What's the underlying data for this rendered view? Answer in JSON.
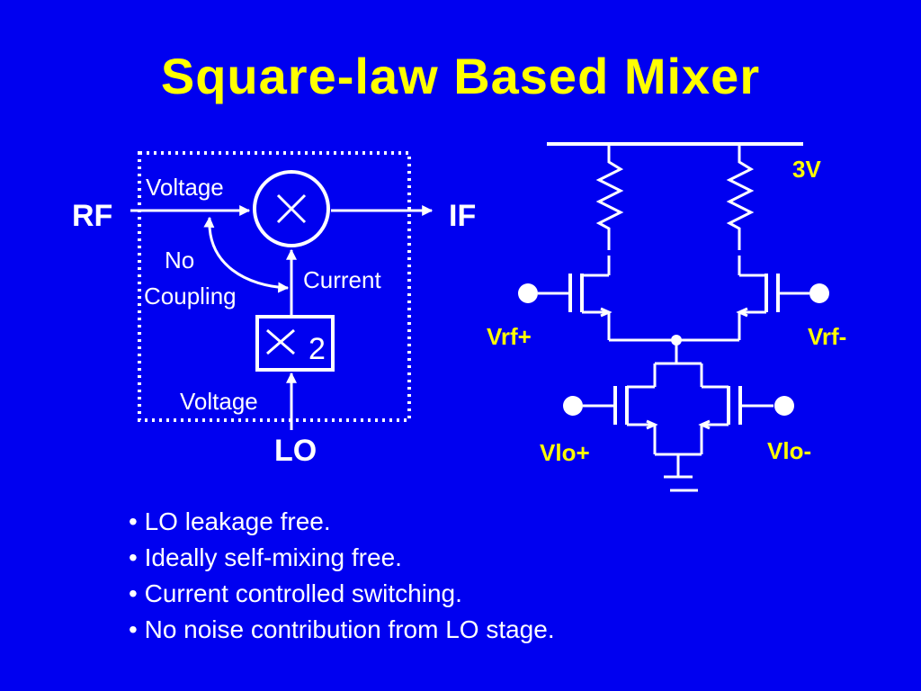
{
  "title": "Square-law Based Mixer",
  "block_diagram": {
    "rf_label": "RF",
    "if_label": "IF",
    "lo_label": "LO",
    "voltage_top_label": "Voltage",
    "voltage_bottom_label": "Voltage",
    "current_label": "Current",
    "no_coupling_line1": "No",
    "no_coupling_line2": "Coupling",
    "multiplier_symbol": "×",
    "square_exponent": "2"
  },
  "circuit": {
    "supply_label": "3V",
    "vrf_plus": "Vrf+",
    "vrf_minus": "Vrf-",
    "vlo_plus": "Vlo+",
    "vlo_minus": "Vlo-"
  },
  "bullets": [
    "LO leakage free.",
    "Ideally self-mixing free.",
    "Current controlled switching.",
    "No noise contribution from LO stage."
  ],
  "colors": {
    "background": "#0000f0",
    "title": "#ffff00",
    "lines": "#ffffff"
  }
}
